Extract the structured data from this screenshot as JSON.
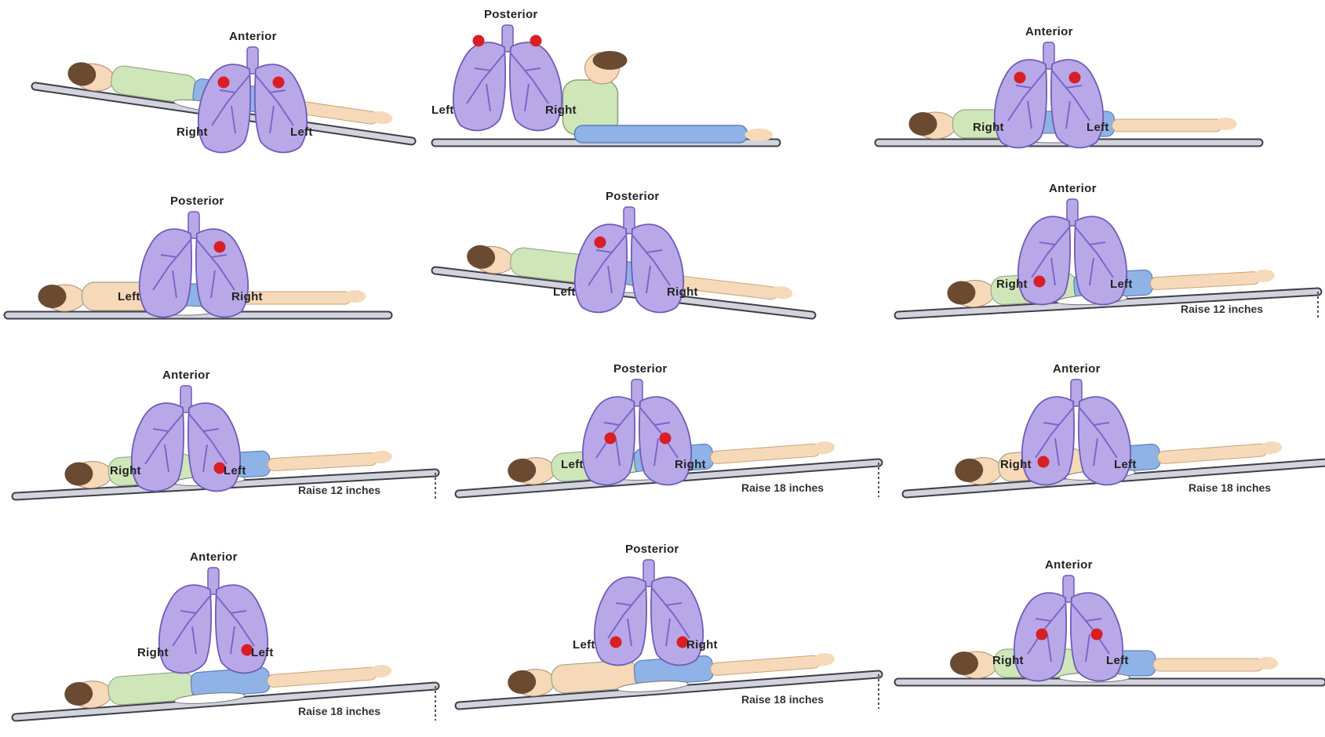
{
  "colors": {
    "lung_fill": "#b9a8e8",
    "lung_stroke": "#6f5cb8",
    "bronchi": "#7a66c9",
    "lesion": "#d81f26",
    "bed": "#d2d3dd",
    "bed_edge": "#3e3e48",
    "skin": "#f6d9b8",
    "hair": "#6b4a32",
    "shirt": "#cfe6b8",
    "pants": "#8fb3e6"
  },
  "panels": [
    {
      "id": "p1",
      "view": "Anterior",
      "left_label": "Right",
      "right_label": "Left",
      "lesions": [
        "upper-left",
        "upper-right"
      ],
      "incline": "head-up",
      "posture": "semi-fowler",
      "raise": ""
    },
    {
      "id": "p2",
      "view": "Posterior",
      "left_label": "Left",
      "right_label": "Right",
      "lesions": [
        "apex-left",
        "apex-right"
      ],
      "incline": "flat",
      "posture": "sitting",
      "raise": ""
    },
    {
      "id": "p3",
      "view": "Anterior",
      "left_label": "Right",
      "right_label": "Left",
      "lesions": [
        "upper-left",
        "upper-right"
      ],
      "incline": "flat",
      "posture": "supine",
      "raise": ""
    },
    {
      "id": "p4",
      "view": "Posterior",
      "left_label": "Left",
      "right_label": "Right",
      "lesions": [
        "upper-right"
      ],
      "incline": "flat",
      "posture": "prone",
      "raise": ""
    },
    {
      "id": "p5",
      "view": "Posterior",
      "left_label": "Left",
      "right_label": "Right",
      "lesions": [
        "upper-left"
      ],
      "incline": "head-up",
      "posture": "side",
      "raise": ""
    },
    {
      "id": "p6",
      "view": "Anterior",
      "left_label": "Right",
      "right_label": "Left",
      "lesions": [
        "lower-left"
      ],
      "incline": "foot-up",
      "posture": "supine",
      "raise": "Raise 12 inches"
    },
    {
      "id": "p7",
      "view": "Anterior",
      "left_label": "Right",
      "right_label": "Left",
      "lesions": [
        "lower-right"
      ],
      "incline": "foot-up",
      "posture": "supine",
      "raise": "Raise 12 inches"
    },
    {
      "id": "p8",
      "view": "Posterior",
      "left_label": "Left",
      "right_label": "Right",
      "lesions": [
        "mid-left",
        "mid-right"
      ],
      "incline": "foot-up",
      "posture": "side",
      "raise": "Raise 18 inches"
    },
    {
      "id": "p9",
      "view": "Anterior",
      "left_label": "Right",
      "right_label": "Left",
      "lesions": [
        "lower-left"
      ],
      "incline": "foot-up",
      "posture": "prone",
      "raise": "Raise 18 inches"
    },
    {
      "id": "p10",
      "view": "Anterior",
      "left_label": "Right",
      "right_label": "Left",
      "lesions": [
        "lower-right"
      ],
      "incline": "foot-up",
      "posture": "side",
      "raise": "Raise 18 inches"
    },
    {
      "id": "p11",
      "view": "Posterior",
      "left_label": "Left",
      "right_label": "Right",
      "lesions": [
        "lower-left",
        "lower-right"
      ],
      "incline": "foot-up",
      "posture": "prone",
      "raise": "Raise 18 inches"
    },
    {
      "id": "p12",
      "view": "Anterior",
      "left_label": "Right",
      "right_label": "Left",
      "lesions": [
        "mid-left",
        "mid-right"
      ],
      "incline": "flat",
      "posture": "supine",
      "raise": ""
    }
  ]
}
